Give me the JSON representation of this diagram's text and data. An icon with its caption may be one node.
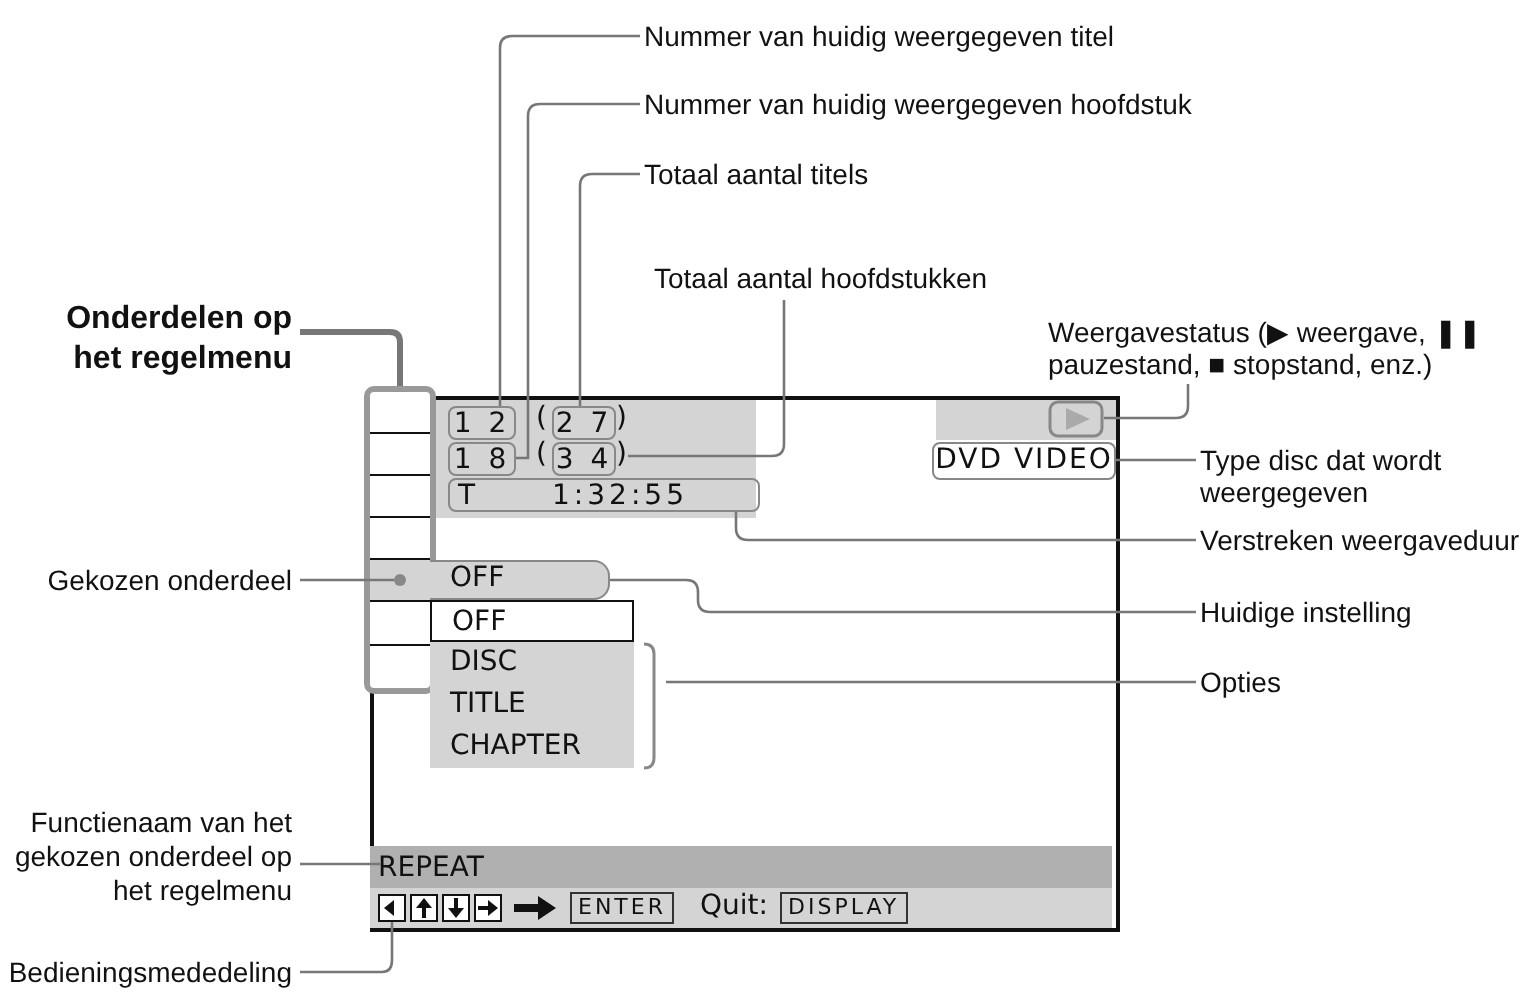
{
  "diagram": {
    "nodes": [
      {
        "text": [
          "Nummer van huidig weergegeven titel"
        ]
      },
      {
        "text": [
          "Nummer van huidig weergegeven hoofdstuk"
        ]
      },
      {
        "text": [
          "Totaal aantal titels"
        ]
      },
      {
        "text": [
          "Totaal aantal hoofdstukken"
        ]
      },
      {
        "text": [
          "Weergavestatus (▶ weergave, ❚❚ pauzestand, ■ stopstand, enz.)"
        ]
      },
      {
        "text": [
          "Type disc dat wordt weergegeven"
        ]
      },
      {
        "text": [
          "Verstreken weergaveduur"
        ]
      },
      {
        "text": [
          "Huidige instelling"
        ]
      },
      {
        "text": [
          "Opties"
        ]
      },
      {
        "text": [
          "Onderdelen op het regelmenu"
        ]
      },
      {
        "text": [
          "Gekozen onderdeel"
        ]
      },
      {
        "text": [
          "Functienaam van het gekozen onderdeel op het regelmenu"
        ]
      },
      {
        "text": [
          "Bedieningsmededeling"
        ]
      },
      {
        "text": [],
        "shape": "box"
      },
      {
        "text": [
          "1 2"
        ],
        "in": 13
      },
      {
        "text": [
          "2 7"
        ],
        "in": 13
      },
      {
        "text": [
          "1 8"
        ],
        "in": 13
      },
      {
        "text": [
          "3 4"
        ],
        "in": 13
      },
      {
        "text": [
          "T 1:32:55"
        ],
        "in": 13
      },
      {
        "text": [],
        "shape": "triangle",
        "in": 13
      },
      {
        "text": [
          "DVD VIDEO"
        ],
        "in": 13
      },
      {
        "text": [],
        "shape": "box",
        "in": 13
      },
      {
        "text": [],
        "shape": "circle",
        "in": 21
      },
      {
        "text": [
          "OFF"
        ],
        "in": 13
      },
      {
        "text": [
          "OFF",
          "DISC",
          "TITLE",
          "CHAPTER"
        ],
        "in": 13
      },
      {
        "text": [
          "REPEAT"
        ],
        "in": 13
      },
      {
        "text": [
          "ENTER",
          "Quit:",
          "DISPLAY"
        ],
        "in": 13
      },
      {
        "text": [],
        "shape": "box",
        "in": 26
      }
    ],
    "edges": [
      {
        "from": 0,
        "to": 14,
        "arrow": "none"
      },
      {
        "from": 1,
        "to": 16,
        "arrow": "none"
      },
      {
        "from": 2,
        "to": 15,
        "arrow": "none"
      },
      {
        "from": 3,
        "to": 17,
        "arrow": "none"
      },
      {
        "from": 4,
        "to": 19,
        "arrow": "none"
      },
      {
        "from": 5,
        "to": 20,
        "arrow": "none"
      },
      {
        "from": 6,
        "to": 18,
        "arrow": "none"
      },
      {
        "from": 7,
        "to": 23,
        "arrow": "none"
      },
      {
        "from": 8,
        "to": 24,
        "arrow": "none"
      },
      {
        "from": 9,
        "to": 21,
        "arrow": "none",
        "style": "thick"
      },
      {
        "from": 10,
        "to": 22,
        "arrow": "none"
      },
      {
        "from": 11,
        "to": 25,
        "arrow": "none"
      },
      {
        "from": 12,
        "to": 27,
        "arrow": "none"
      }
    ],
    "labels": [
      "(",
      ")",
      "(",
      ")"
    ]
  }
}
